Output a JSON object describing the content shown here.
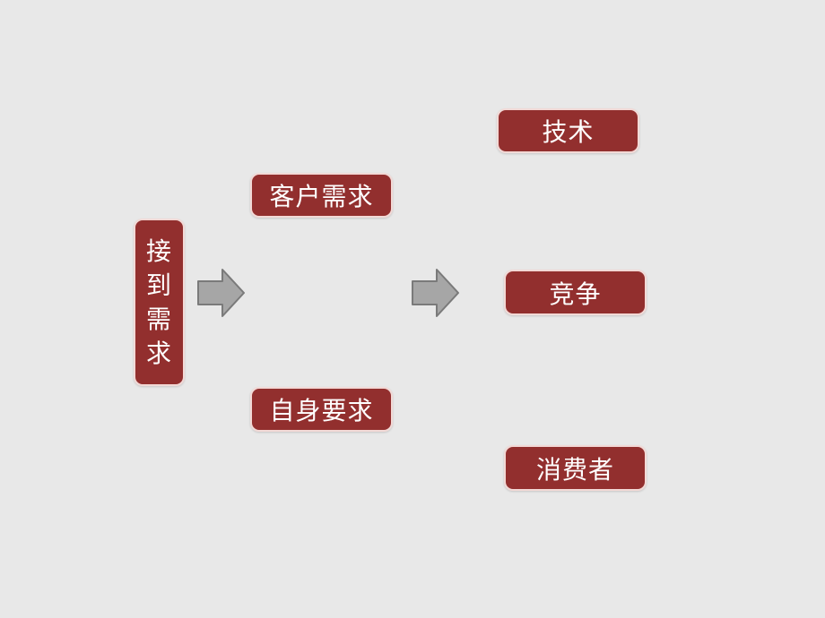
{
  "diagram": {
    "start": {
      "chars": [
        "接",
        "到",
        "需",
        "求"
      ]
    },
    "middle": [
      {
        "label": "客户需求"
      },
      {
        "label": "自身要求"
      }
    ],
    "right": [
      {
        "label": "技术"
      },
      {
        "label": "竞争"
      },
      {
        "label": "消费者"
      }
    ]
  },
  "colors": {
    "box_fill": "#922f2e",
    "box_border": "#f2d9d6",
    "arrow_fill": "#a6a6a6",
    "arrow_stroke": "#7a7a7a",
    "background": "#e8e8e8"
  }
}
